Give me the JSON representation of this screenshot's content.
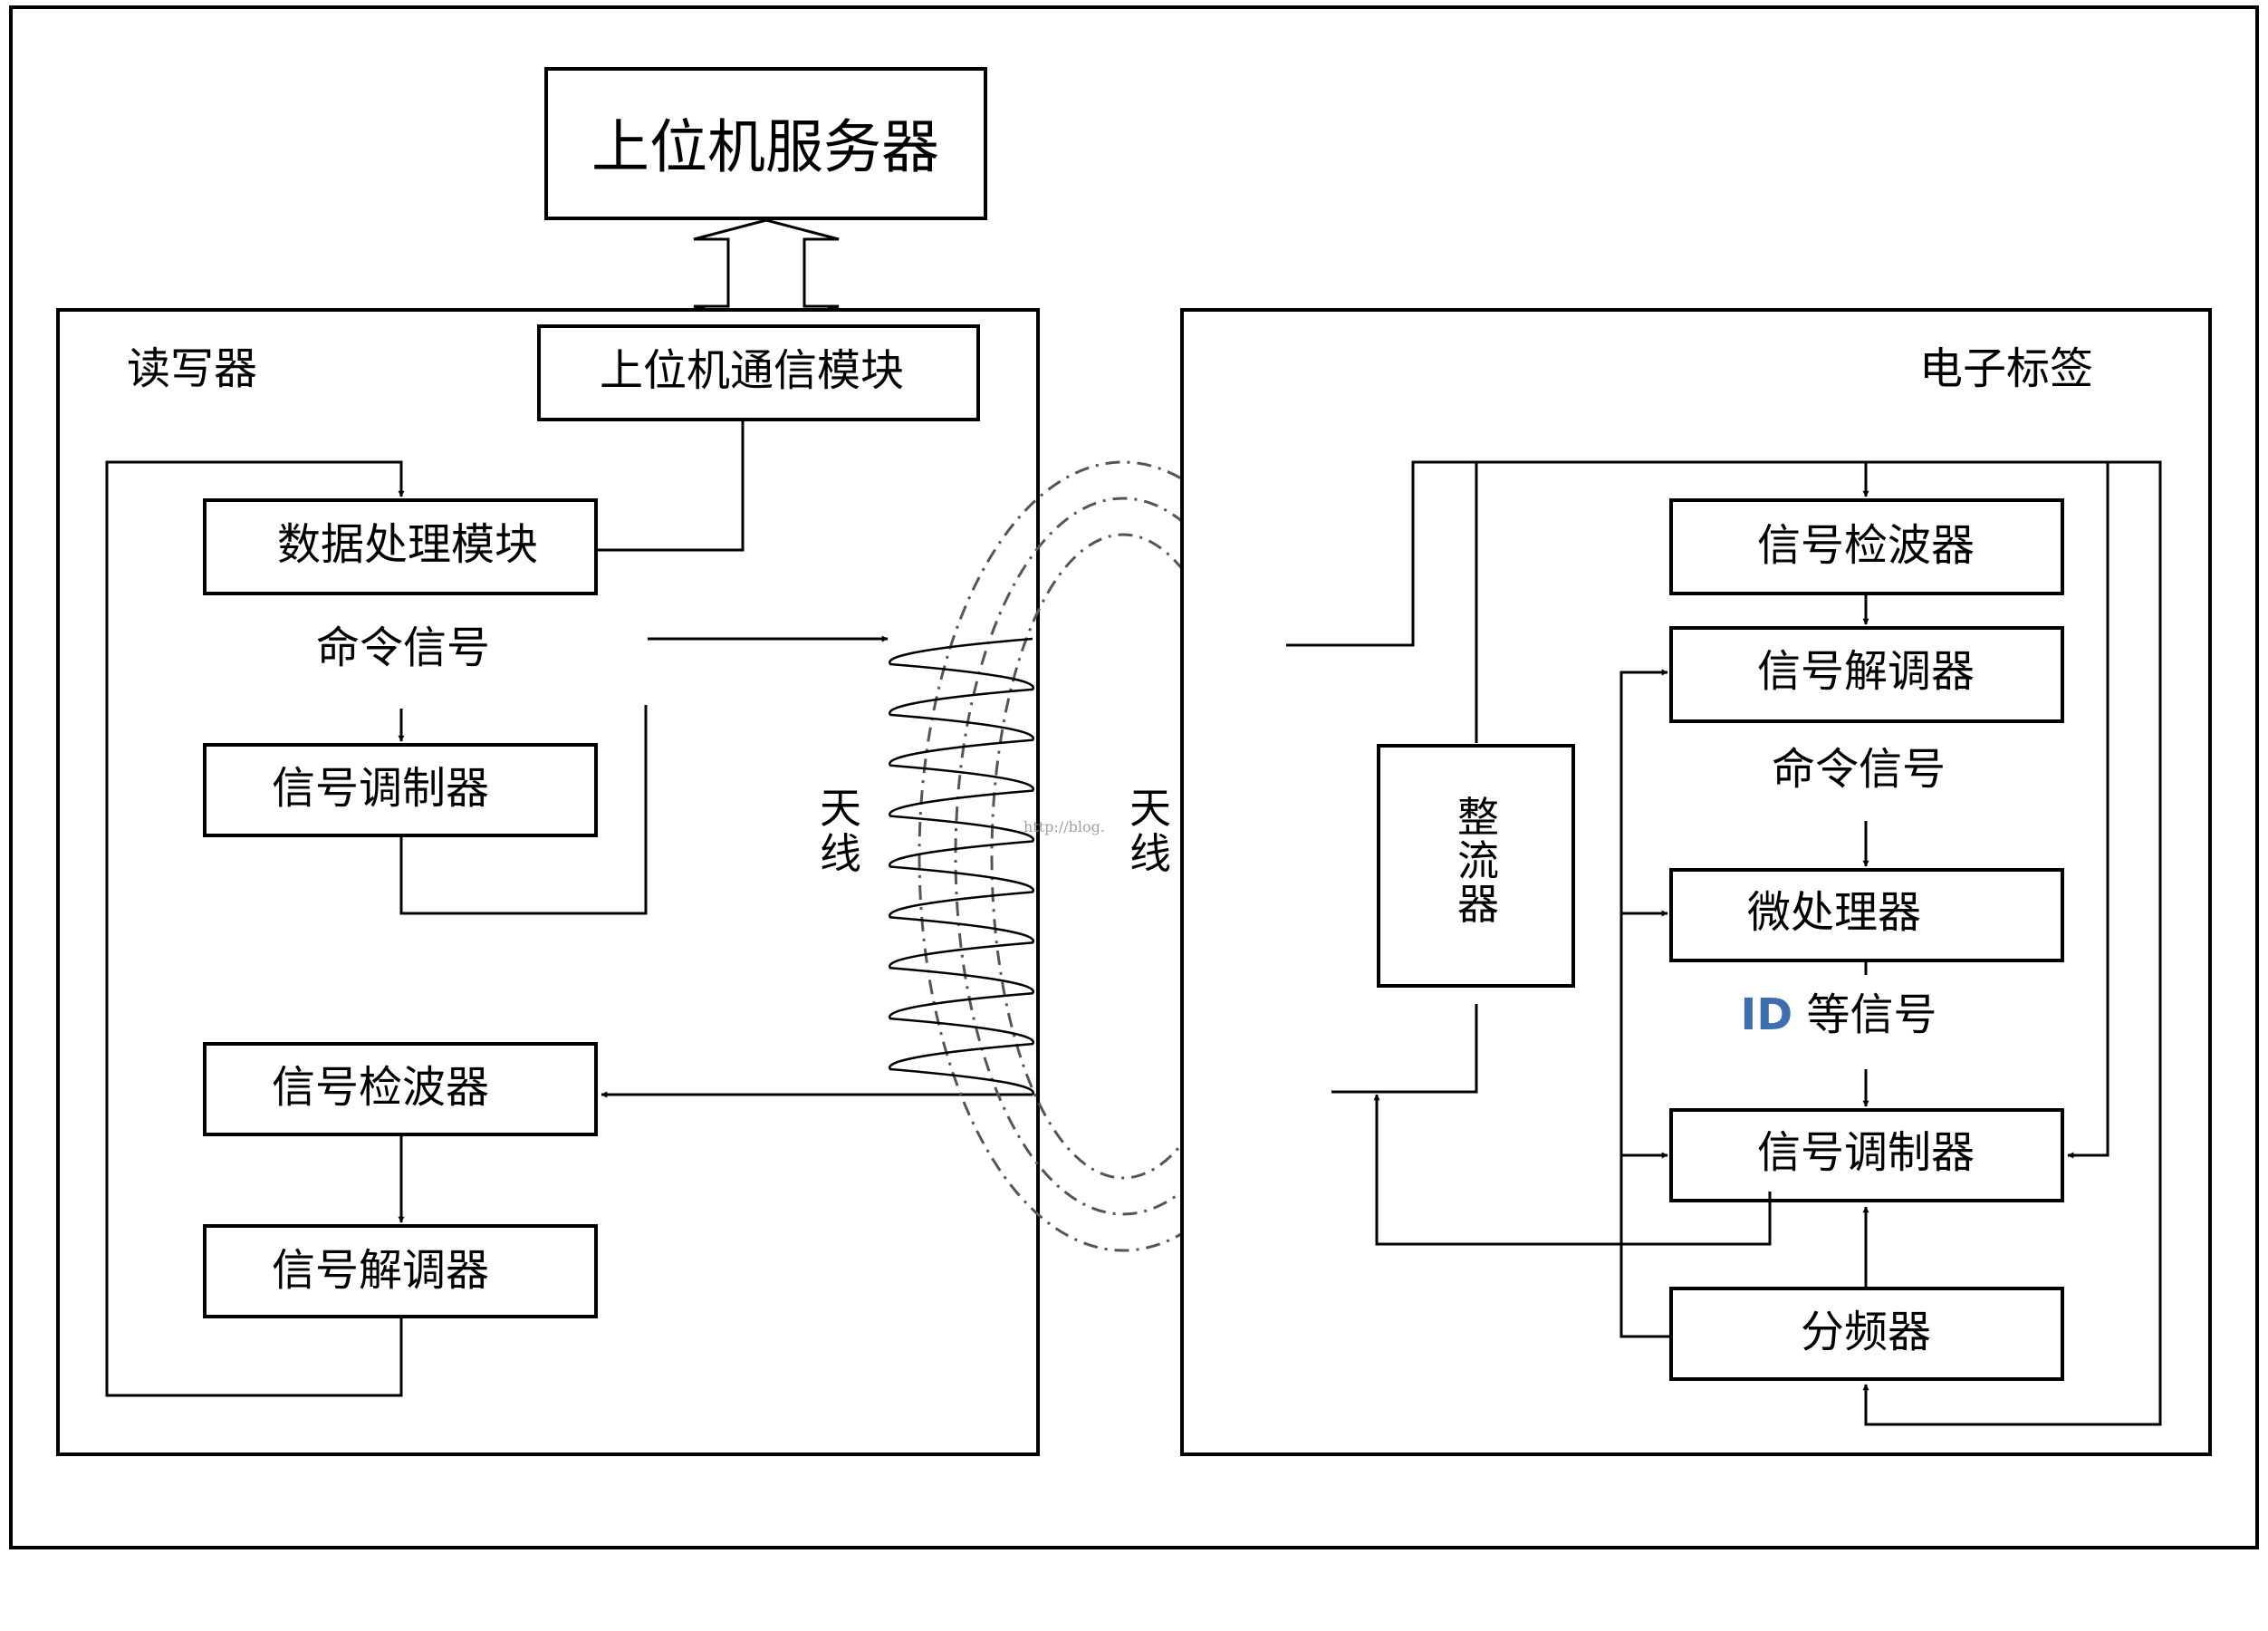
{
  "server": {
    "label": "上位机服务器"
  },
  "reader": {
    "title": "读写器",
    "comm_module": "上位机通信模块",
    "data_module": "数据处理模块",
    "cmd_signal": "命令信号",
    "modulator": "信号调制器",
    "detector": "信号检波器",
    "demodulator": "信号解调器"
  },
  "antenna": {
    "char1": "天",
    "char2": "线"
  },
  "watermark": "http://blog.",
  "tag": {
    "title": "电子标签",
    "detector": "信号检波器",
    "demodulator": "信号解调器",
    "cmd_signal": "命令信号",
    "rectifier": [
      "整",
      "流",
      "器"
    ],
    "microprocessor": "微处理器",
    "id_prefix": "ID",
    "id_suffix": " 等信号",
    "modulator": "信号调制器",
    "divider": "分频器"
  }
}
